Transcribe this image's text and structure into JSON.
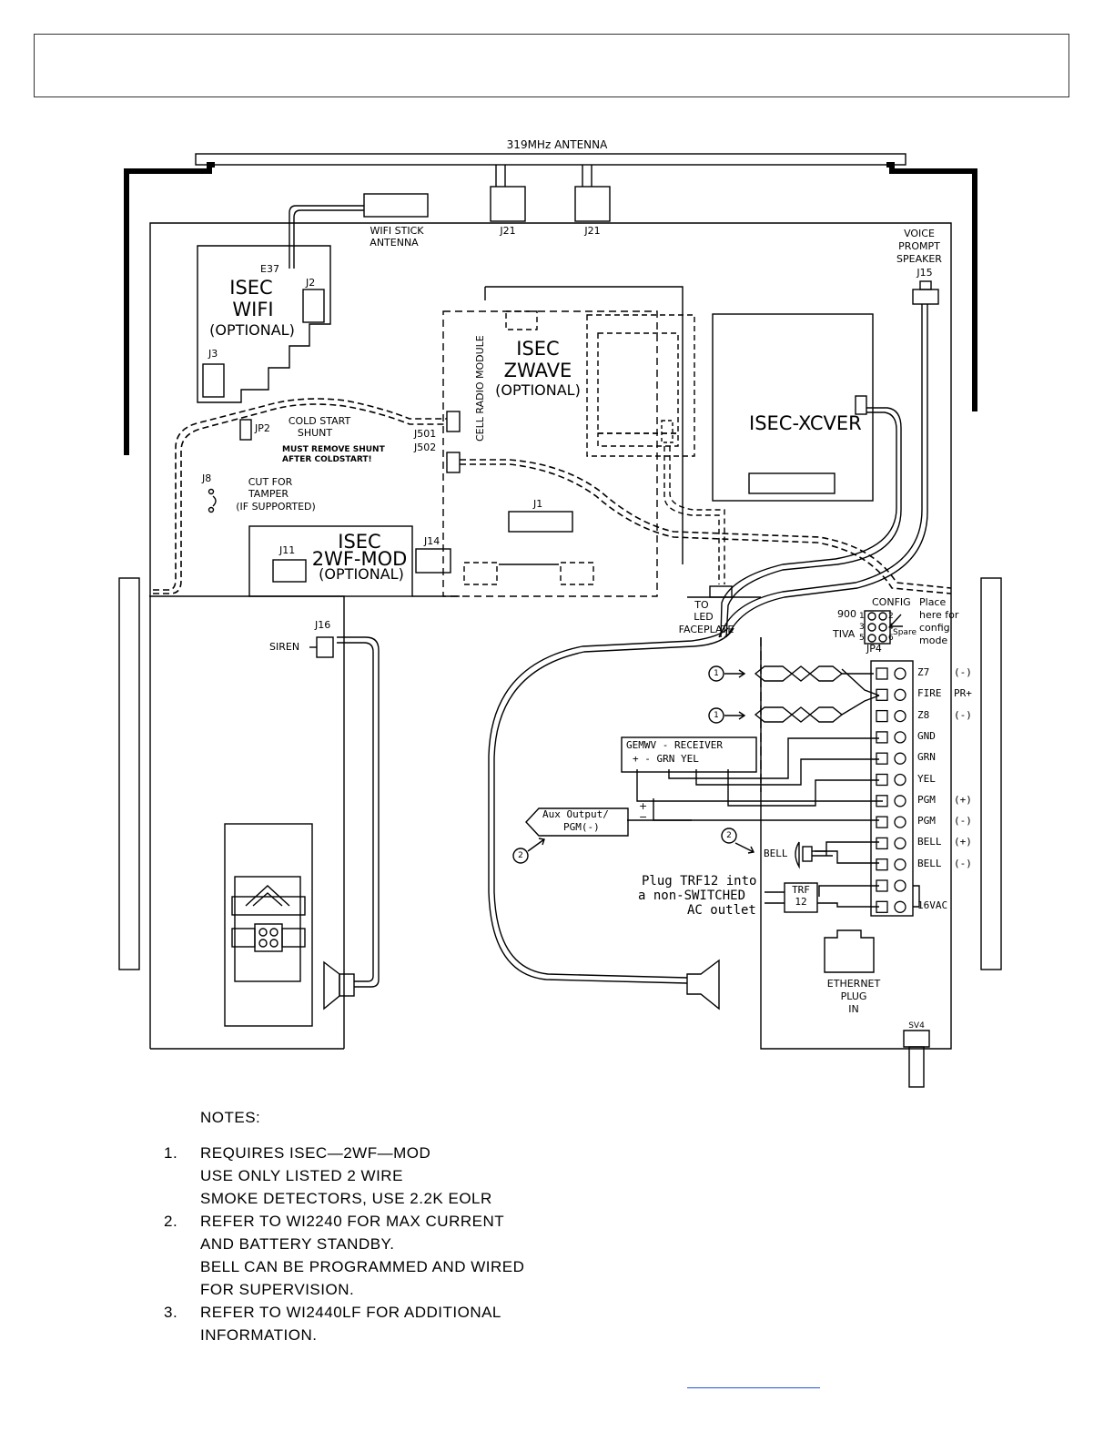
{
  "antenna_label": "319MHz ANTENNA",
  "wifi_antenna": [
    "WIFI STICK",
    "ANTENNA"
  ],
  "j21_labels": [
    "J21",
    "J21"
  ],
  "voice_prompt": [
    "VOICE",
    "PROMPT",
    "SPEAKER",
    "J15"
  ],
  "isec_wifi": {
    "e37": "E37",
    "j2": "J2",
    "title1": "ISEC",
    "title2": "WIFI",
    "optional": "(OPTIONAL)",
    "j3": "J3"
  },
  "zwave": {
    "title1": "ISEC",
    "title2": "ZWAVE",
    "optional": "(OPTIONAL)",
    "cell_radio": "CELL RADIO MODULE",
    "j1": "J1"
  },
  "xcver": "ISEC-XCVER",
  "jp2": {
    "label": "JP2",
    "cold1": "COLD START",
    "cold2": "SHUNT",
    "warn1": "MUST REMOVE SHUNT",
    "warn2": "AFTER COLDSTART!"
  },
  "j501": "J501",
  "j502": "J502",
  "j8": {
    "label": "J8",
    "l1": "CUT FOR",
    "l2": "TAMPER",
    "l3": "(IF SUPPORTED)"
  },
  "mod2wf": {
    "j11": "J11",
    "title1": "ISEC",
    "title2": "2WF-MOD",
    "optional": "(OPTIONAL)",
    "j14": "J14"
  },
  "led_faceplate": [
    "TO",
    "LED",
    "FACEPLATE"
  ],
  "config": {
    "config": "CONFIG",
    "place": [
      "Place",
      "here for",
      "config",
      "mode"
    ],
    "v900": "900",
    "tiva": "TIVA",
    "spare": "Spare",
    "pins": [
      "1",
      "2",
      "3",
      "4",
      "5",
      "6"
    ],
    "jp4": "JP4"
  },
  "j16_siren": {
    "j16": "J16",
    "siren": "SIREN"
  },
  "terminals": [
    {
      "name": "Z7",
      "sig": "(-)"
    },
    {
      "name": "FIRE",
      "sig": "PR+"
    },
    {
      "name": "Z8",
      "sig": "(-)"
    },
    {
      "name": "GND",
      "sig": ""
    },
    {
      "name": "GRN",
      "sig": ""
    },
    {
      "name": "YEL",
      "sig": ""
    },
    {
      "name": "PGM",
      "sig": "(+)"
    },
    {
      "name": "PGM",
      "sig": "(-)"
    },
    {
      "name": "BELL",
      "sig": "(+)"
    },
    {
      "name": "BELL",
      "sig": "(-)"
    },
    {
      "name": "",
      "sig": ""
    },
    {
      "name": "16VAC",
      "sig": ""
    }
  ],
  "gemwv": {
    "title": "GEMWV - RECEIVER",
    "pins": "+    -   GRN   YEL"
  },
  "aux_output": [
    "Aux Output/",
    "PGM(-)"
  ],
  "aux_pol": {
    "plus": "+",
    "minus": "−"
  },
  "bell_label": "BELL",
  "trf12": {
    "note": [
      "Plug TRF12 into",
      "a non-SWITCHED",
      "AC outlet"
    ],
    "box": [
      "TRF",
      "12"
    ]
  },
  "ethernet": [
    "ETHERNET",
    "PLUG",
    "IN"
  ],
  "sv4": "SV4",
  "markers": [
    "1",
    "1",
    "2",
    "2"
  ],
  "notes": {
    "title": "NOTES:",
    "items": [
      {
        "num": "1.",
        "lines": [
          "REQUIRES ISEC—2WF—MOD",
          "USE ONLY LISTED 2   WIRE",
          "SMOKE DETECTORS, USE 2.2K EOLR"
        ]
      },
      {
        "num": "2.",
        "lines": [
          "REFER TO WI2240 FOR MAX CURRENT",
          "AND BATTERY STANDBY.",
          "BELL CAN BE PROGRAMMED AND WIRED",
          "FOR SUPERVISION."
        ]
      },
      {
        "num": "3.",
        "lines": [
          "REFER TO WI2440LF FOR ADDITIONAL",
          "INFORMATION."
        ]
      }
    ]
  }
}
